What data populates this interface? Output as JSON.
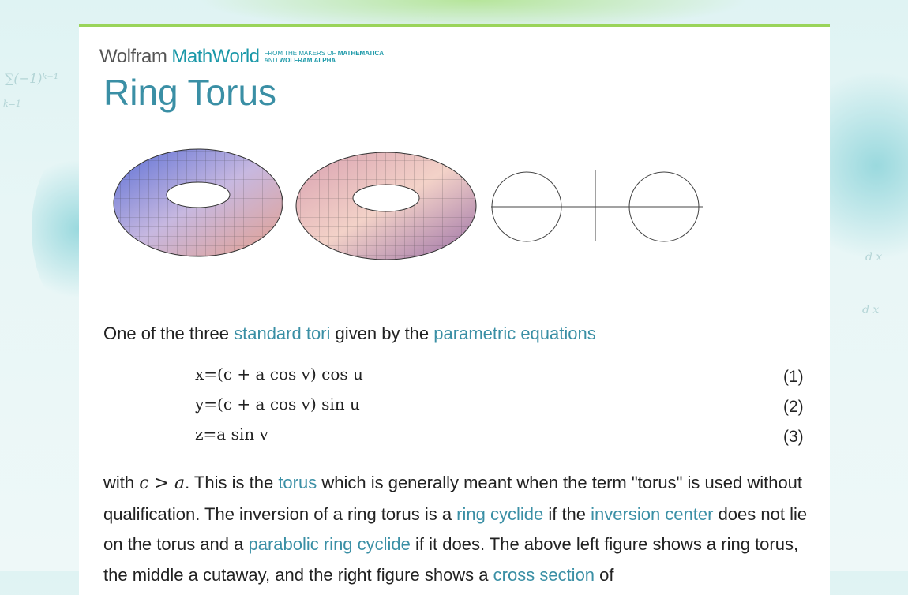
{
  "logo": {
    "wolfram": "Wolfram",
    "mathworld": "MathWorld",
    "tagline_1": "FROM THE MAKERS OF",
    "tagline_1b": "MATHEMATICA",
    "tagline_2": "AND",
    "tagline_2b": "WOLFRAM|ALPHA"
  },
  "title": "Ring Torus",
  "intro": {
    "t1": "One of the three ",
    "l1": "standard tori",
    "t2": " given by the ",
    "l2": "parametric equations"
  },
  "equations": [
    {
      "text": "x=(c + a cos v) cos u",
      "number": "(1)"
    },
    {
      "text": "y=(c + a cos v) sin u",
      "number": "(2)"
    },
    {
      "text": "z=a sin v",
      "number": "(3)"
    }
  ],
  "body": {
    "t1": "with ",
    "m1": "c > a",
    "t2": ". This is the ",
    "l1": "torus",
    "t3": " which is generally meant when the term \"torus\" is used without qualification. The inversion of a ring torus is a ",
    "l2": "ring cyclide",
    "t4": " if the ",
    "l3": "inversion center",
    "t5": " does not lie on the torus and a ",
    "l4": "parabolic ring cyclide",
    "t6": " if it does. The above left figure shows a ring torus, the middle a cutaway, and the right figure shows a ",
    "l5": "cross section",
    "t7": " of"
  },
  "background_decor": {
    "sum": "∑(−1)ᵏ⁻¹",
    "sub": "k=1",
    "dx": "d x"
  }
}
